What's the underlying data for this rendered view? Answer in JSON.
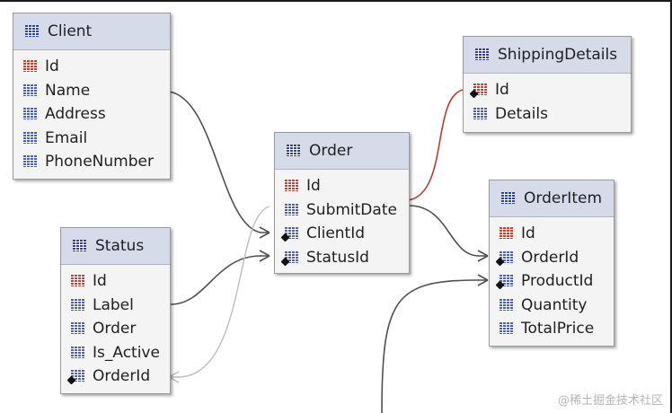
{
  "tables": {
    "client": {
      "name": "Client",
      "columns": [
        {
          "name": "Id",
          "kind": "pk"
        },
        {
          "name": "Name",
          "kind": "col"
        },
        {
          "name": "Address",
          "kind": "col"
        },
        {
          "name": "Email",
          "kind": "col"
        },
        {
          "name": "PhoneNumber",
          "kind": "col"
        }
      ]
    },
    "shipping_details": {
      "name": "ShippingDetails",
      "columns": [
        {
          "name": "Id",
          "kind": "pk-fk"
        },
        {
          "name": "Details",
          "kind": "col"
        }
      ]
    },
    "order": {
      "name": "Order",
      "columns": [
        {
          "name": "Id",
          "kind": "pk"
        },
        {
          "name": "SubmitDate",
          "kind": "col"
        },
        {
          "name": "ClientId",
          "kind": "fk"
        },
        {
          "name": "StatusId",
          "kind": "fk"
        }
      ]
    },
    "status": {
      "name": "Status",
      "columns": [
        {
          "name": "Id",
          "kind": "pk"
        },
        {
          "name": "Label",
          "kind": "col"
        },
        {
          "name": "Order",
          "kind": "col"
        },
        {
          "name": "Is_Active",
          "kind": "col"
        },
        {
          "name": "OrderId",
          "kind": "fk"
        }
      ]
    },
    "order_item": {
      "name": "OrderItem",
      "columns": [
        {
          "name": "Id",
          "kind": "pk"
        },
        {
          "name": "OrderId",
          "kind": "fk"
        },
        {
          "name": "ProductId",
          "kind": "fk"
        },
        {
          "name": "Quantity",
          "kind": "col"
        },
        {
          "name": "TotalPrice",
          "kind": "col"
        }
      ]
    }
  },
  "colors": {
    "relationship": "#505050",
    "highlight": "#c0392b",
    "faint": "#bdbdbd"
  },
  "watermark": "@稀土掘金技术社区"
}
